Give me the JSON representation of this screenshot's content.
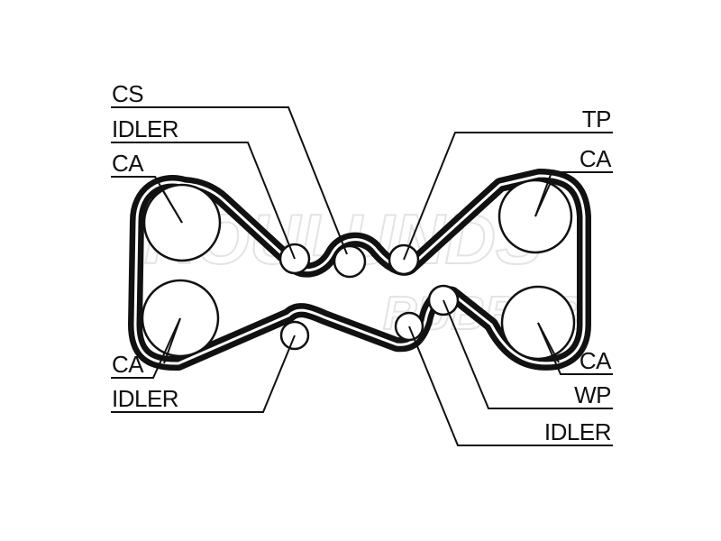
{
  "watermark": {
    "line1": "ROULUNDS",
    "line2": "RUBBER"
  },
  "labels": {
    "cs": "CS",
    "idler_top_left": "IDLER",
    "ca_top_left": "CA",
    "tp": "TP",
    "ca_top_right": "CA",
    "ca_bottom_left": "CA",
    "idler_bottom_left": "IDLER",
    "ca_bottom_right": "CA",
    "wp": "WP",
    "idler_bottom_right": "IDLER"
  },
  "colors": {
    "ink": "#111111",
    "background": "#ffffff",
    "watermark": "#e4e4e4"
  }
}
